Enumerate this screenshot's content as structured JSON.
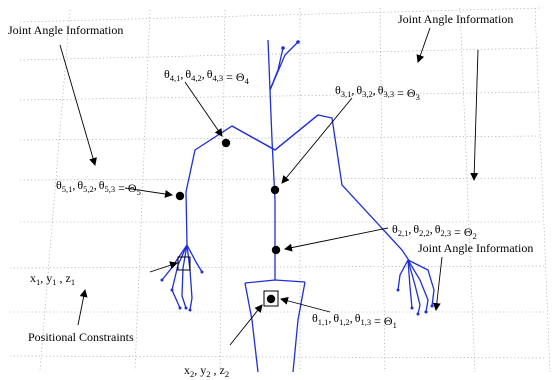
{
  "labels": {
    "joint_info_left": "Joint Angle Information",
    "joint_info_top_right": "Joint Angle Information",
    "joint_info_right": "Joint Angle Information",
    "positional_constraints": "Positional Constraints"
  },
  "theta_groups": [
    {
      "row": "4",
      "final": "4"
    },
    {
      "row": "3",
      "final": "3"
    },
    {
      "row": "5",
      "final": "5"
    },
    {
      "row": "2",
      "final": "2"
    },
    {
      "row": "1",
      "final": "1"
    }
  ],
  "symbols": {
    "theta": "θ",
    "Theta": "Θ",
    "equals": "="
  },
  "coords": {
    "left": {
      "x": "x",
      "xs": "1",
      "y": "y",
      "ys": "1",
      "z": "z",
      "zs": "1"
    },
    "bottom": {
      "x": "x",
      "xs": "2",
      "y": "y",
      "ys": "2",
      "z": "z",
      "zs": "2"
    }
  },
  "colors": {
    "skeleton": "#1f2fd6",
    "grid": "#9a9a9a",
    "text": "#000000"
  }
}
